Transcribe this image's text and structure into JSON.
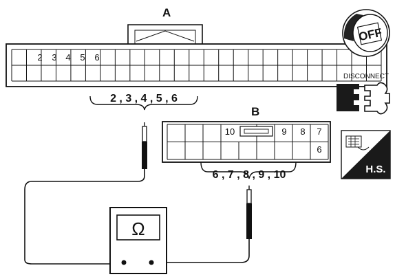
{
  "connector_a": {
    "label": "A",
    "top_row_pins": [
      "",
      "2",
      "3",
      "4",
      "5",
      "6"
    ],
    "under_label": "2 , 3 , 4 , 5 , 6"
  },
  "connector_b": {
    "label": "B",
    "top_row_pins": [
      "10",
      "9",
      "8",
      "7"
    ],
    "bottom_row_pins": [
      "6"
    ],
    "under_label": "6 , 7 , 8 , 9 , 10"
  },
  "meter": {
    "symbol": "Ω"
  },
  "side_icons": {
    "ignition": {
      "icon": "ignition-key-icon",
      "text": "OFF"
    },
    "disconnect": {
      "icon": "connector-disconnect-icon",
      "text": "DISCONNECT"
    },
    "harness": {
      "icon": "harness-side-icon",
      "text": "H.S."
    }
  }
}
